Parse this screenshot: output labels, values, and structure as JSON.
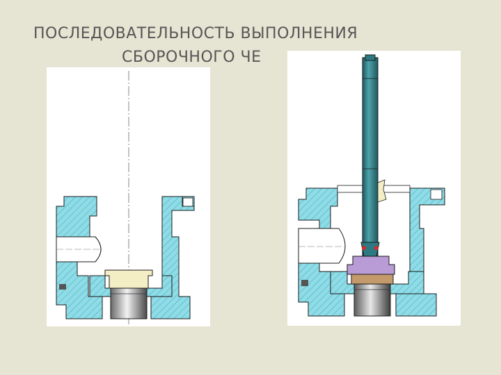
{
  "title": {
    "line1": "ПОСЛЕДОВАТЕЛЬНОСТЬ ВЫПОЛНЕНИЯ",
    "line2": "СБОРОЧНОГО ЧЕ"
  },
  "colors": {
    "background": "#e6e4d2",
    "title": "#555555",
    "body_section": "#8fdce6",
    "hatch": "#3aa6bd",
    "shaft": "#2d7a82",
    "bushing_top": "#f4eec4",
    "nut": "#b99bd6",
    "bearing": "#c49a6c",
    "seat_dark": "#555555",
    "outline": "#1a1a1a"
  },
  "panels": [
    {
      "name": "step-body-with-seat"
    },
    {
      "name": "step-body-with-shaft"
    }
  ]
}
